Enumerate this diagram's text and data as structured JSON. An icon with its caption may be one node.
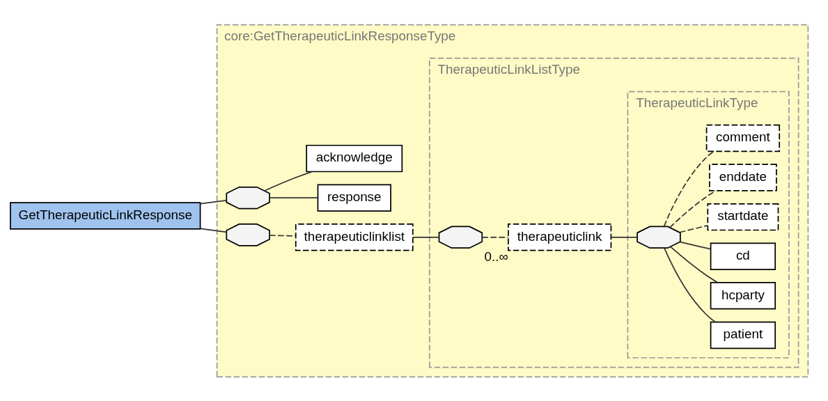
{
  "diagram": {
    "nodes": [
      {
        "text": [
          "GetTherapeuticLinkResponse"
        ]
      },
      {
        "text": [
          "core:GetTherapeuticLinkResponseType"
        ]
      },
      {
        "text": [],
        "shape": "octagon",
        "in": 1
      },
      {
        "text": [
          "response"
        ],
        "in": 1
      },
      {
        "text": [
          "acknowledge"
        ],
        "in": 1
      },
      {
        "text": [],
        "shape": "octagon",
        "in": 1
      },
      {
        "text": [
          "therapeuticlinklist"
        ],
        "in": 1
      },
      {
        "text": [
          "TherapeuticLinkListType"
        ],
        "in": 1
      },
      {
        "text": [],
        "shape": "octagon",
        "in": 7
      },
      {
        "text": [
          "therapeuticlink"
        ],
        "beside": [
          "0..∞"
        ],
        "in": 7
      },
      {
        "text": [
          "TherapeuticLinkType"
        ],
        "in": 7
      },
      {
        "text": [],
        "shape": "octagon",
        "in": 10
      },
      {
        "text": [
          "patient"
        ],
        "in": 10
      },
      {
        "text": [
          "hcparty"
        ],
        "in": 10
      },
      {
        "text": [
          "cd"
        ],
        "in": 10
      },
      {
        "text": [
          "startdate"
        ],
        "in": 10
      },
      {
        "text": [
          "enddate"
        ],
        "in": 10
      },
      {
        "text": [
          "comment"
        ],
        "in": 10
      }
    ],
    "edges": [
      {
        "from": 0,
        "to": 2,
        "arrow": "none"
      },
      {
        "from": 0,
        "to": 5,
        "arrow": "none"
      },
      {
        "from": 2,
        "to": 3,
        "arrow": "none"
      },
      {
        "from": 2,
        "to": 4,
        "arrow": "none"
      },
      {
        "from": 5,
        "to": 6,
        "arrow": "none",
        "style": "dashed"
      },
      {
        "from": 6,
        "to": 8,
        "arrow": "none"
      },
      {
        "from": 8,
        "to": 9,
        "arrow": "none",
        "style": "dashed"
      },
      {
        "from": 9,
        "to": 11,
        "arrow": "none"
      },
      {
        "from": 11,
        "to": 12,
        "arrow": "none"
      },
      {
        "from": 11,
        "to": 13,
        "arrow": "none"
      },
      {
        "from": 11,
        "to": 14,
        "arrow": "none"
      },
      {
        "from": 11,
        "to": 15,
        "arrow": "none",
        "style": "dashed"
      },
      {
        "from": 11,
        "to": 16,
        "arrow": "none",
        "style": "dashed"
      },
      {
        "from": 11,
        "to": 17,
        "arrow": "none",
        "style": "dashed"
      }
    ]
  }
}
